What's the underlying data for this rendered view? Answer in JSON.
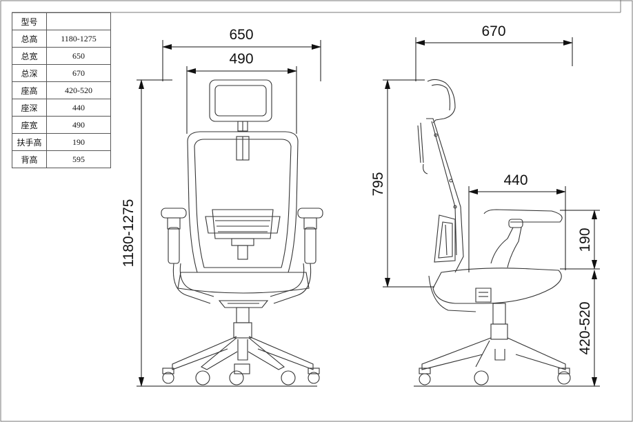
{
  "spec_table": {
    "rows": [
      {
        "label": "型号",
        "value": ""
      },
      {
        "label": "总高",
        "value": "1180-1275"
      },
      {
        "label": "总宽",
        "value": "650"
      },
      {
        "label": "总深",
        "value": "670"
      },
      {
        "label": "座高",
        "value": "420-520"
      },
      {
        "label": "座深",
        "value": "440"
      },
      {
        "label": "座宽",
        "value": "490"
      },
      {
        "label": "扶手高",
        "value": "190"
      },
      {
        "label": "背高",
        "value": "595"
      }
    ]
  },
  "front_view": {
    "overall_width": "650",
    "seat_width": "490",
    "overall_height": "1180-1275"
  },
  "side_view": {
    "overall_depth": "670",
    "back_height": "795",
    "seat_depth": "440",
    "armrest_height": "190",
    "seat_height": "420-520"
  }
}
